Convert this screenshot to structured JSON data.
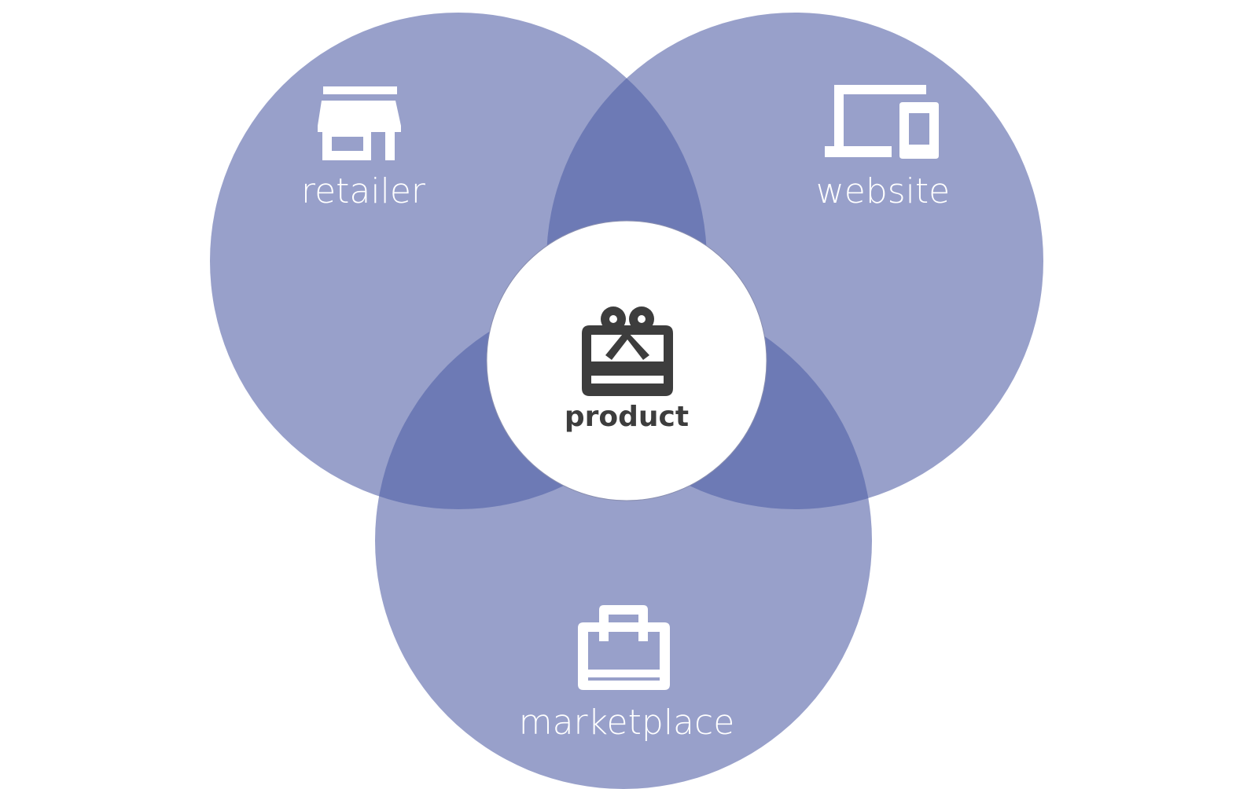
{
  "diagram": {
    "colors": {
      "circle_fill": "#98a0ca",
      "overlap_fill": "#6d7ab5",
      "center_fill": "#ffffff",
      "center_icon": "#3d3d3d",
      "outer_icon": "#ffffff"
    },
    "nodes": [
      {
        "id": "retailer",
        "label": "retailer",
        "icon": "storefront-icon"
      },
      {
        "id": "website",
        "label": "website",
        "icon": "laptop-phone-icon"
      },
      {
        "id": "marketplace",
        "label": "marketplace",
        "icon": "shopping-bag-icon"
      }
    ],
    "center": {
      "label": "product",
      "icon": "gift-card-icon"
    }
  }
}
